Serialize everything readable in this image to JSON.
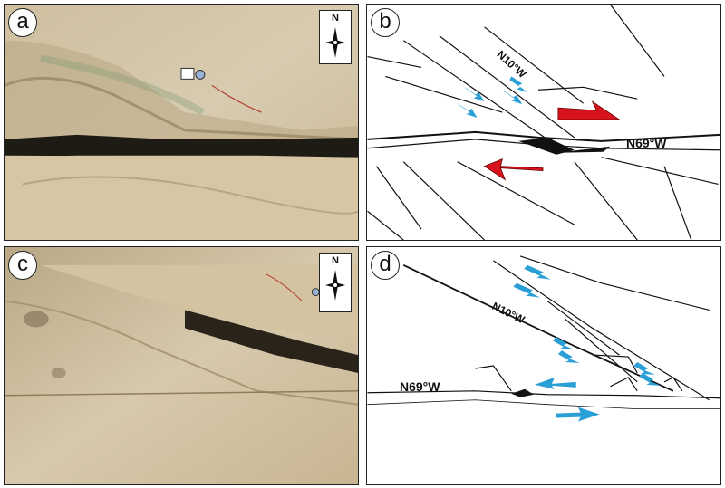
{
  "panels": {
    "a": {
      "label": "a",
      "compass": "N"
    },
    "b": {
      "label": "b",
      "strike1": "N10°W",
      "strike2": "N69°W"
    },
    "c": {
      "label": "c",
      "compass": "N"
    },
    "d": {
      "label": "d",
      "strike1": "N10°W",
      "strike2": "N69°W"
    }
  },
  "colors": {
    "sinistral_arrow": "#2a9fd6",
    "dextral_arrow": "#d7141e",
    "rock": "#d8c9a8",
    "lines": "#111111"
  },
  "icons": [
    "compass-rose-icon"
  ]
}
